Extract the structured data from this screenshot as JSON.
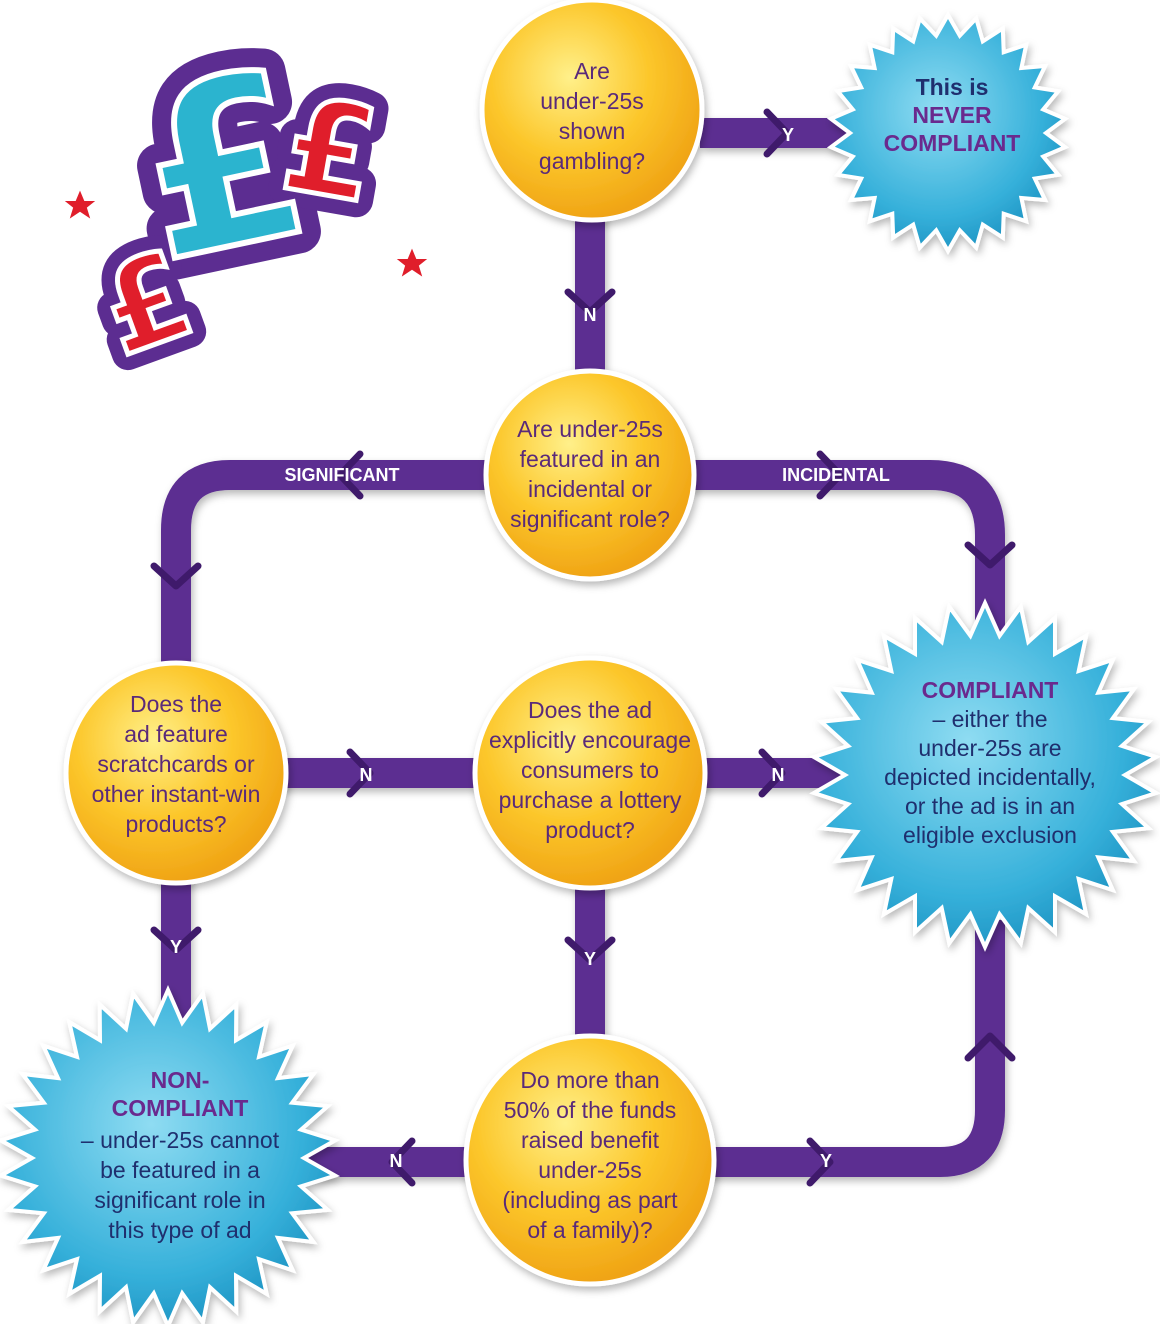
{
  "colors": {
    "track": "#5c2d91",
    "question_fill": "#fbc02d",
    "question_text": "#5a2a7a",
    "outcome_fill": "#29a9d4",
    "outcome_title": "#6a2a8e",
    "outcome_text": "#1f2f6e",
    "star": "#e01e2b",
    "pound_blue": "#2bb4cf",
    "pound_red": "#e01e2b"
  },
  "decoration": {
    "symbols": [
      "£",
      "£",
      "£"
    ]
  },
  "questions": {
    "q1": {
      "lines": [
        "Are",
        "under-25s",
        "shown",
        "gambling?"
      ]
    },
    "q2": {
      "lines": [
        "Are under-25s",
        "featured in an",
        "incidental or",
        "significant role?"
      ]
    },
    "q3": {
      "lines": [
        "Does the",
        "ad feature",
        "scratchcards or",
        "other instant-win",
        "products?"
      ]
    },
    "q4": {
      "lines": [
        "Does the ad",
        "explicitly encourage",
        "consumers to",
        "purchase a lottery",
        "product?"
      ]
    },
    "q5": {
      "lines": [
        "Do more than",
        "50% of the funds",
        "raised benefit",
        "under-25s",
        "(including as part",
        "of a family)?"
      ]
    }
  },
  "outcomes": {
    "never": {
      "lines": [
        "This is"
      ],
      "bold_lines": [
        "NEVER",
        "COMPLIANT"
      ]
    },
    "compliant": {
      "title": "COMPLIANT",
      "lines": [
        "– either the",
        "under-25s are",
        "depicted incidentally,",
        "or the ad is in an",
        "eligible exclusion"
      ]
    },
    "non_compliant": {
      "title_lines": [
        "NON-",
        "COMPLIANT"
      ],
      "lines": [
        "– under-25s cannot",
        "be featured in a",
        "significant role in",
        "this type of ad"
      ]
    }
  },
  "edge_labels": {
    "q1_yes": "Y",
    "q1_no": "N",
    "q2_significant": "SIGNIFICANT",
    "q2_incidental": "INCIDENTAL",
    "q3_no": "N",
    "q3_yes": "Y",
    "q4_no": "N",
    "q4_yes": "Y",
    "q5_no": "N",
    "q5_yes": "Y"
  }
}
